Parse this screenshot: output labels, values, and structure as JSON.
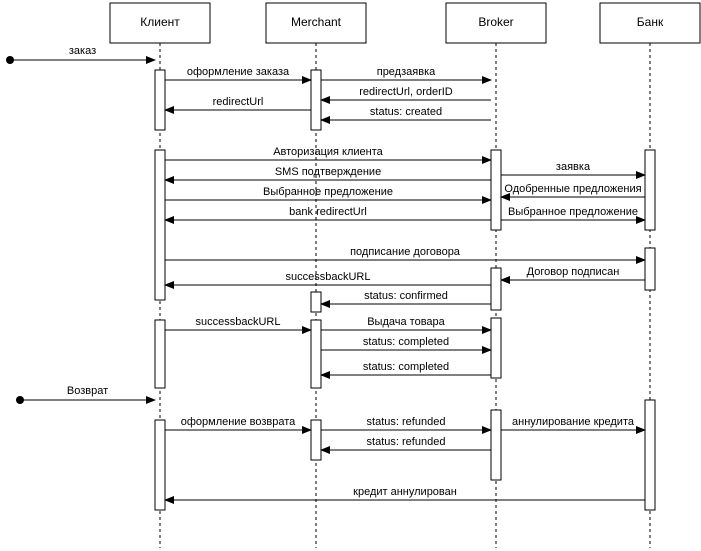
{
  "participants": [
    {
      "id": "client",
      "label": "Клиент"
    },
    {
      "id": "merchant",
      "label": "Merchant"
    },
    {
      "id": "broker",
      "label": "Broker"
    },
    {
      "id": "bank",
      "label": "Банк"
    }
  ],
  "found_messages": [
    {
      "id": "order",
      "label": "заказ",
      "to": "client"
    },
    {
      "id": "return",
      "label": "Возврат",
      "to": "client"
    }
  ],
  "messages": [
    {
      "id": "m1",
      "label": "оформление заказа",
      "from": "client",
      "to": "merchant"
    },
    {
      "id": "m2",
      "label": "предзаявка",
      "from": "merchant",
      "to": "broker"
    },
    {
      "id": "m3",
      "label": "redirectUrl, orderID",
      "from": "broker",
      "to": "merchant"
    },
    {
      "id": "m4",
      "label": "redirectUrl",
      "from": "merchant",
      "to": "client"
    },
    {
      "id": "m5",
      "label": "status: created",
      "from": "broker",
      "to": "merchant"
    },
    {
      "id": "m6",
      "label": "Авторизация клиента",
      "from": "client",
      "to": "broker"
    },
    {
      "id": "m7",
      "label": "заявка",
      "from": "broker",
      "to": "bank"
    },
    {
      "id": "m8",
      "label": "SMS подтверждение",
      "from": "broker",
      "to": "client"
    },
    {
      "id": "m9",
      "label": "Одобренные предложения",
      "from": "bank",
      "to": "broker"
    },
    {
      "id": "m10",
      "label": "Выбранное предложение",
      "from": "client",
      "to": "broker"
    },
    {
      "id": "m11",
      "label": "Выбранное предложение",
      "from": "broker",
      "to": "bank"
    },
    {
      "id": "m12",
      "label": "bank redirectUrl",
      "from": "broker",
      "to": "client"
    },
    {
      "id": "m13",
      "label": "подписание договора",
      "from": "client",
      "to": "bank"
    },
    {
      "id": "m14",
      "label": "Договор подписан",
      "from": "bank",
      "to": "broker"
    },
    {
      "id": "m15",
      "label": "successbackURL",
      "from": "broker",
      "to": "client"
    },
    {
      "id": "m16",
      "label": "status: confirmed",
      "from": "broker",
      "to": "merchant"
    },
    {
      "id": "m17",
      "label": "successbackURL",
      "from": "client",
      "to": "merchant"
    },
    {
      "id": "m18",
      "label": "Выдача товара",
      "from": "merchant",
      "to": "broker"
    },
    {
      "id": "m19",
      "label": "status: completed",
      "from": "merchant",
      "to": "broker"
    },
    {
      "id": "m20",
      "label": "status: completed",
      "from": "broker",
      "to": "merchant"
    },
    {
      "id": "m21",
      "label": "оформление возврата",
      "from": "client",
      "to": "merchant"
    },
    {
      "id": "m22",
      "label": "status: refunded",
      "from": "merchant",
      "to": "broker"
    },
    {
      "id": "m23",
      "label": "аннулирование кредита",
      "from": "broker",
      "to": "bank"
    },
    {
      "id": "m24",
      "label": "status: refunded",
      "from": "broker",
      "to": "merchant"
    },
    {
      "id": "m25",
      "label": "кредит аннулирован",
      "from": "bank",
      "to": "client"
    }
  ]
}
